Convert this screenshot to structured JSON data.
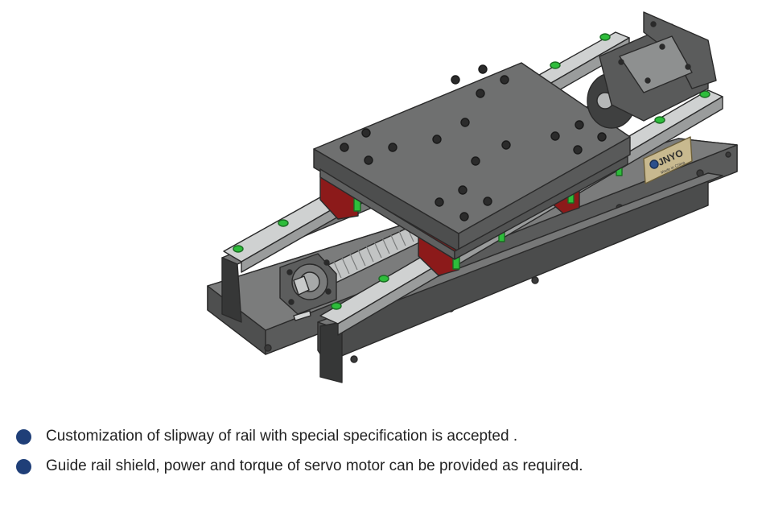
{
  "product": {
    "badge_brand": "JNYO",
    "badge_subtext": "Made in China"
  },
  "features": [
    {
      "text": "Customization of slipway of rail with special specification is accepted ."
    },
    {
      "text": "Guide rail shield, power and torque of servo motor can be provided as required."
    }
  ],
  "colors": {
    "bullet": "#1f3f78",
    "body_metal": "#6a6b6b",
    "rail_metal": "#c9cbcb",
    "accent_green": "#2ebd3b",
    "accent_red": "#8c1a1a"
  }
}
